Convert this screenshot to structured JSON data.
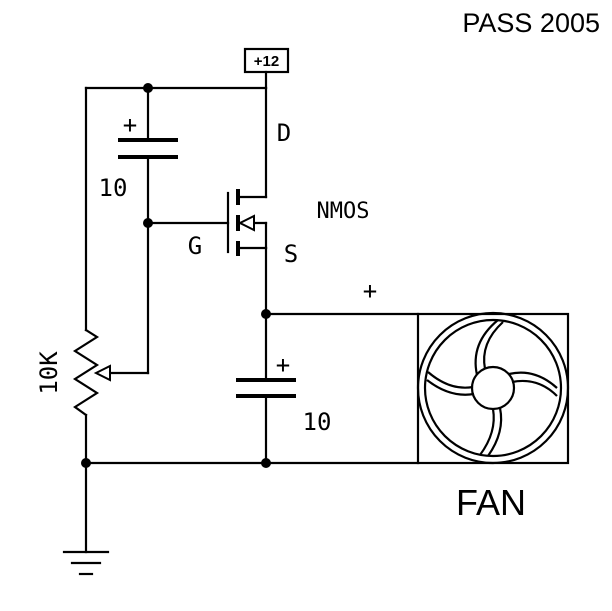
{
  "header": {
    "credit": "PASS 2005"
  },
  "supply": {
    "label": "+12"
  },
  "mosfet": {
    "type_label": "NMOS",
    "drain_label": "D",
    "gate_label": "G",
    "source_label": "S"
  },
  "cap_top": {
    "plus": "+",
    "value": "10"
  },
  "cap_bottom": {
    "plus": "+",
    "value": "10"
  },
  "potentiometer": {
    "value": "10K"
  },
  "fan": {
    "plus": "+",
    "label": "FAN"
  }
}
